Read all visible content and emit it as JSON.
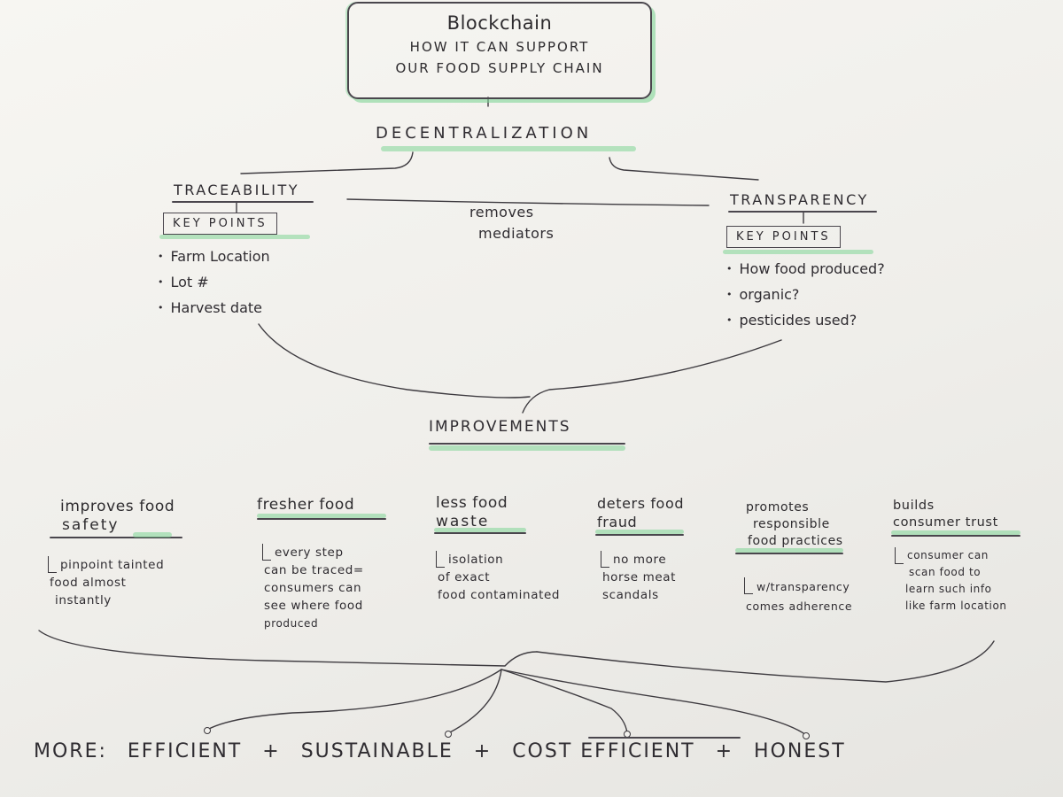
{
  "title": {
    "line1": "Blockchain",
    "line2": "HOW IT CAN SUPPORT",
    "line3": "OUR FOOD SUPPLY CHAIN"
  },
  "decentralization": "DECENTRALIZATION",
  "traceability": {
    "label": "TRACEABILITY",
    "key_points_label": "KEY POINTS",
    "items": [
      "Farm Location",
      "Lot #",
      "Harvest date"
    ]
  },
  "transparency": {
    "label": "TRANSPARENCY",
    "key_points_label": "KEY POINTS",
    "items": [
      "How food produced?",
      "organic?",
      "pesticides used?"
    ]
  },
  "removes_mediators": {
    "line1": "removes",
    "line2": "mediators"
  },
  "improvements_label": "IMPROVEMENTS",
  "improvements": [
    {
      "heading": [
        "improves food",
        "safety"
      ],
      "note": [
        "pinpoint tainted",
        "food almost",
        "instantly"
      ]
    },
    {
      "heading": [
        "fresher food"
      ],
      "note": [
        "every step",
        "can be traced=",
        "consumers can",
        "see where food",
        "produced"
      ]
    },
    {
      "heading": [
        "less food",
        "waste"
      ],
      "note": [
        "isolation",
        "of exact",
        "food contaminated"
      ]
    },
    {
      "heading": [
        "deters food",
        "fraud"
      ],
      "note": [
        "no more",
        "horse meat",
        "scandals"
      ]
    },
    {
      "heading": [
        "promotes",
        "responsible",
        "food practices"
      ],
      "note": [
        "w/transparency",
        "comes adherence"
      ]
    },
    {
      "heading": [
        "builds",
        "consumer trust"
      ],
      "note": [
        "consumer can",
        "scan food to",
        "learn such info",
        "like farm location"
      ]
    }
  ],
  "footer": {
    "more": "MORE:",
    "items": [
      "EFFICIENT",
      "+",
      "SUSTAINABLE",
      "+",
      "COST EFFICIENT",
      "+",
      "HONEST"
    ]
  },
  "colors": {
    "ink": "#2f2c31",
    "highlighter": "#80d696",
    "paper": "#f3f2ee"
  }
}
